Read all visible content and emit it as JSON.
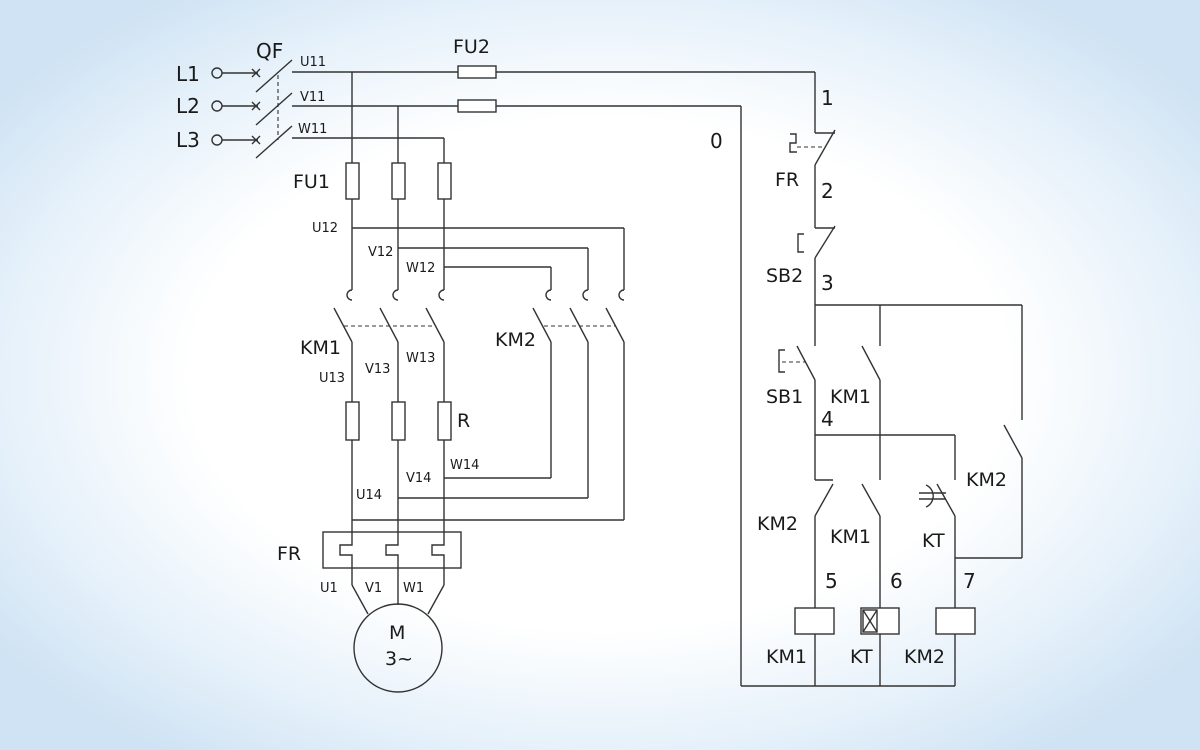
{
  "supply": {
    "l1": "L1",
    "l2": "L2",
    "l3": "L3",
    "breaker": "QF"
  },
  "wires": {
    "u11": "U11",
    "v11": "V11",
    "w11": "W11",
    "u12": "U12",
    "v12": "V12",
    "w12": "W12",
    "u13": "U13",
    "v13": "V13",
    "w13": "W13",
    "u14": "U14",
    "v14": "V14",
    "w14": "W14",
    "u1": "U1",
    "v1": "V1",
    "w1": "W1"
  },
  "power": {
    "fu1": "FU1",
    "fu2": "FU2",
    "km1": "KM1",
    "km2": "KM2",
    "resistor": "R",
    "fr": "FR",
    "motor_m": "M",
    "motor_phase": "3~"
  },
  "control": {
    "node0": "0",
    "node1": "1",
    "node2": "2",
    "node3": "3",
    "node4": "4",
    "node5": "5",
    "node6": "6",
    "node7": "7",
    "fr": "FR",
    "sb2": "SB2",
    "sb1": "SB1",
    "km1_seal": "KM1",
    "km2_contact": "KM2",
    "km2_nc": "KM2",
    "km1_nc": "KM1",
    "kt_contact": "KT",
    "coil_km1": "KM1",
    "coil_kt": "KT",
    "coil_km2": "KM2"
  }
}
